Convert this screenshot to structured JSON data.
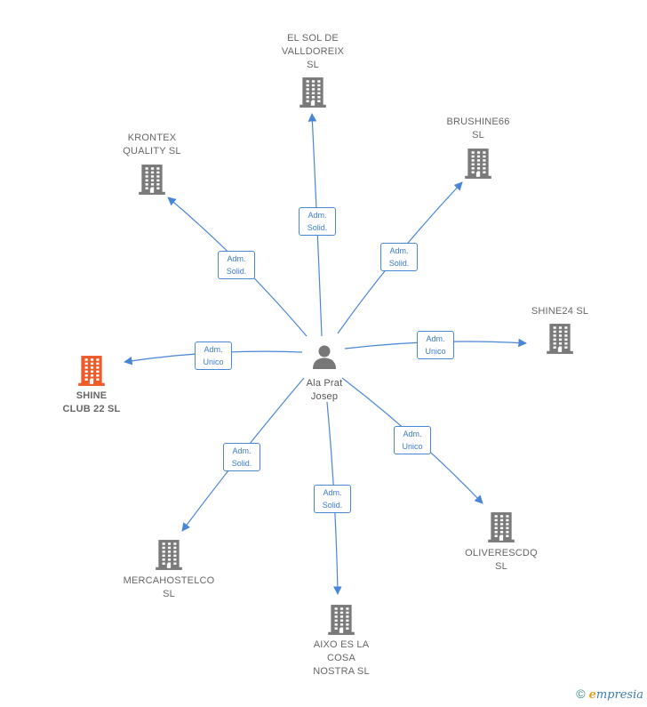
{
  "center": {
    "label": "Ala Prat\nJosep"
  },
  "nodes": [
    {
      "id": "el-sol",
      "label": "EL SOL DE\nVALLDOREIX\nSL",
      "highlight": false
    },
    {
      "id": "brushine66",
      "label": "BRUSHINE66\nSL",
      "highlight": false
    },
    {
      "id": "krontex",
      "label": "KRONTEX\nQUALITY SL",
      "highlight": false
    },
    {
      "id": "shine24",
      "label": "SHINE24  SL",
      "highlight": false
    },
    {
      "id": "shine-club",
      "label": "SHINE\nCLUB 22  SL",
      "highlight": true
    },
    {
      "id": "oliverescdq",
      "label": "OLIVERESCDQ\nSL",
      "highlight": false
    },
    {
      "id": "mercahostelco",
      "label": "MERCAHOSTELCO\nSL",
      "highlight": false
    },
    {
      "id": "aixo",
      "label": "AIXO ES LA\nCOSA\nNOSTRA  SL",
      "highlight": false
    }
  ],
  "edges": [
    {
      "to": "el-sol",
      "label": "Adm.\nSolid."
    },
    {
      "to": "brushine66",
      "label": "Adm.\nSolid."
    },
    {
      "to": "krontex",
      "label": "Adm.\nSolid."
    },
    {
      "to": "shine24",
      "label": "Adm.\nUnico"
    },
    {
      "to": "shine-club",
      "label": "Adm.\nUnico"
    },
    {
      "to": "oliverescdq",
      "label": "Adm.\nUnico"
    },
    {
      "to": "mercahostelco",
      "label": "Adm.\nSolid."
    },
    {
      "to": "aixo",
      "label": "Adm.\nSolid."
    }
  ],
  "colors": {
    "edge": "#4a86d8",
    "building": "#7a7a7a",
    "building_highlight": "#f05a28",
    "person": "#777777"
  },
  "icons": {
    "company": "building-icon",
    "person": "person-icon",
    "footer": "copyright-icon"
  },
  "footer": {
    "copyright": "©",
    "brand_e": "e",
    "brand_rest": "mpresia"
  }
}
